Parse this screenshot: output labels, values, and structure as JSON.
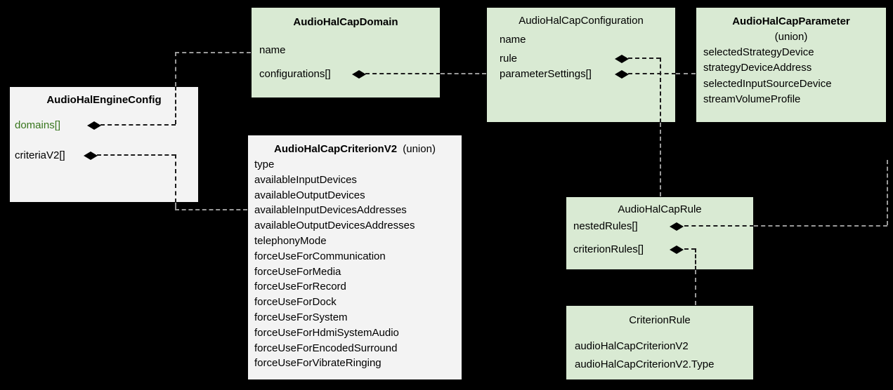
{
  "diagram": {
    "background_color": "#000000",
    "box_colors": {
      "green": "#d9ead3",
      "gray": "#f3f3f3"
    },
    "connector_colors": {
      "on_background": "#999999",
      "inside_box": "#1b1b1b"
    },
    "accent_text_color": "#38761d",
    "boxes": {
      "engine_config": {
        "title": "AudioHalEngineConfig",
        "fields": [
          {
            "label": "domains[]",
            "has_diamond": true,
            "color": "#38761d"
          },
          {
            "label": "criteriaV2[]",
            "has_diamond": true
          }
        ]
      },
      "domain": {
        "title": "AudioHalCapDomain",
        "fields": [
          {
            "label": "name"
          },
          {
            "label": "configurations[]",
            "has_diamond": true
          }
        ]
      },
      "configuration": {
        "title": "AudioHalCapConfiguration",
        "fields": [
          {
            "label": "name"
          },
          {
            "label": "rule",
            "has_diamond": true
          },
          {
            "label": "parameterSettings[]",
            "has_diamond": true
          }
        ]
      },
      "parameter": {
        "title": "AudioHalCapParameter",
        "subtitle": "(union)",
        "fields": [
          "selectedStrategyDevice",
          "strategyDeviceAddress",
          "selectedInputSourceDevice",
          "streamVolumeProfile"
        ]
      },
      "criterion_v2": {
        "title": "AudioHalCapCriterionV2",
        "subtitle": "(union)",
        "fields": [
          "type",
          "availableInputDevices",
          "availableOutputDevices",
          "availableInputDevicesAddresses",
          "availableOutputDevicesAddresses",
          "telephonyMode",
          "forceUseForCommunication",
          "forceUseForMedia",
          "forceUseForRecord",
          "forceUseForDock",
          "forceUseForSystem",
          "forceUseForHdmiSystemAudio",
          "forceUseForEncodedSurround",
          "forceUseForVibrateRinging"
        ]
      },
      "rule": {
        "title": "AudioHalCapRule",
        "fields": [
          {
            "label": "nestedRules[]",
            "has_diamond": true
          },
          {
            "label": "criterionRules[]",
            "has_diamond": true
          }
        ]
      },
      "criterion_rule": {
        "title": "CriterionRule",
        "fields": [
          "audioHalCapCriterionV2",
          "audioHalCapCriterionV2.Type"
        ]
      }
    }
  }
}
